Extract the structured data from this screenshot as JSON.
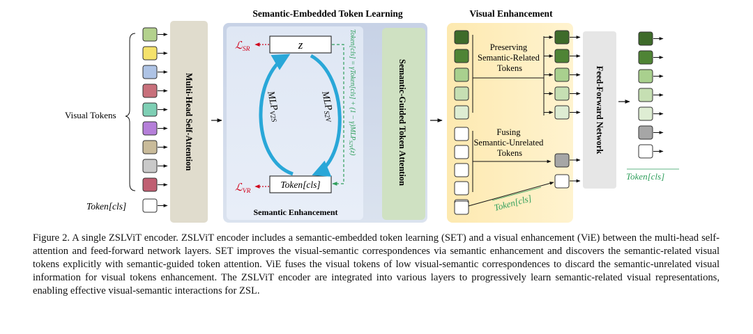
{
  "figure": {
    "titles": {
      "set": "Semantic-Embedded Token Learning",
      "vie": "Visual Enhancement"
    },
    "input": {
      "visual_tokens_label": "Visual Tokens",
      "token_cls_label": "Token[cls]",
      "token_colors": [
        "#b3d18d",
        "#f5e26b",
        "#aec3e5",
        "#c8707b",
        "#7ecfb4",
        "#b57fd9",
        "#c9bb9a",
        "#c9c9c9",
        "#c05f72",
        "#ffffff"
      ]
    },
    "blocks": {
      "mhsa": "Multi-Head Self-Attention",
      "sgta": "Semantic-Guided Token Attention",
      "ffn": "Feed-Forward Network",
      "semantic_enhancement": "Semantic Enhancement"
    },
    "se": {
      "z": "z",
      "token_cls": "Token[cls]",
      "loss_sr": "ℒ",
      "loss_sr_sub": "SR",
      "loss_vr": "ℒ",
      "loss_vr_sub": "VR",
      "mlp_v2s": "MLP",
      "mlp_v2s_sub": "V2S",
      "mlp_s2v": "MLP",
      "mlp_s2v_sub": "S2V",
      "update_eq": "Token[cls] = γToken[cls] + (1 − γ)MLP",
      "update_eq_sub": "S2V",
      "update_eq_tail": "(z)"
    },
    "vie": {
      "preserving": [
        "Preserving",
        "Semantic-Related",
        "Tokens"
      ],
      "fusing": [
        "Fusing",
        "Semantic-Unrelated",
        "Tokens"
      ],
      "token_cls": "Token[cls]",
      "related_colors": [
        "#3e6b2a",
        "#4f8435",
        "#a9d08e",
        "#c6dfb3",
        "#deedd3"
      ],
      "unrelated_count": 5,
      "fused_color": "#a6a6a6"
    },
    "output": {
      "token_cls": "Token[cls]",
      "colors": [
        "#3e6b2a",
        "#4f8435",
        "#a9d08e",
        "#c6dfb3",
        "#deedd3",
        "#a6a6a6",
        "#ffffff"
      ]
    }
  },
  "caption": "Figure 2. A single ZSLViT encoder. ZSLViT encoder includes a semantic-embedded token learning (SET) and a visual enhancement (ViE) between the multi-head self-attention and feed-forward network layers. SET improves the visual-semantic correspondences via semantic enhancement and discovers the semantic-related visual tokens explicitly with semantic-guided token attention. ViE fuses the visual tokens of low visual-semantic correspondences to discard the semantic-unrelated visual information for visual tokens enhancement. The ZSLViT encoder are integrated into various layers to progressively learn semantic-related visual representations, enabling effective visual-semantic interactions for ZSL."
}
